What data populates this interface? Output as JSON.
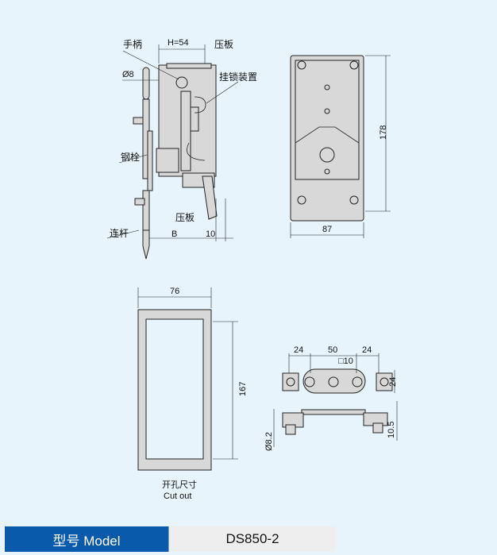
{
  "side_view": {
    "handle": "手柄",
    "h_dim": "H=54",
    "press_plate_top": "压板",
    "rod_dia": "Ø8",
    "padlock": "挂锁装置",
    "steel_bolt": "钢栓",
    "press_plate_bottom": "压板",
    "link_rod": "连杆",
    "b_dim": "B",
    "offset_dim": "10"
  },
  "front_view": {
    "height_dim": "178",
    "width_dim": "87"
  },
  "cutout": {
    "width_dim": "76",
    "height_dim": "167",
    "label_cn": "开孔尺寸",
    "label_en": "Cut out"
  },
  "bracket": {
    "dim_left": "24",
    "dim_mid": "50",
    "dim_right": "24",
    "square": "□10",
    "height_dim": "24",
    "dia_dim": "Ø8.2",
    "offset_dim": "10.5"
  },
  "model": {
    "label": "型号 Model",
    "value": "DS850-2"
  }
}
